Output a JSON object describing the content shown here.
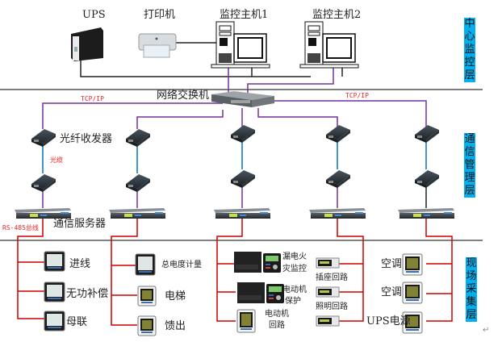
{
  "layers": {
    "center": "中心监控层",
    "comm": "通信管理层",
    "field": "现场采集层"
  },
  "center": {
    "ups": "UPS",
    "printer": "打印机",
    "host1": "监控主机1",
    "host2": "监控主机2"
  },
  "comm": {
    "switch": "网络交换机",
    "tcp_left": "TCP/IP",
    "tcp_right": "TCP/IP",
    "transceiver": "光纤收发器",
    "fiber": "光缆",
    "server": "通信服务器",
    "rs485": "RS-485总线"
  },
  "field": {
    "g1": [
      "进线",
      "无功补偿",
      "母联"
    ],
    "g2": [
      "总电度计量",
      "电梯",
      "馈出"
    ],
    "g3": [
      "漏电火灾监控",
      "电动机保护",
      "电动机回路"
    ],
    "g3_line1a": "漏电火",
    "g3_line1b": "灾监控",
    "g3_line2a": "电动机",
    "g3_line2b": "保护",
    "g3_line3a": "电动机",
    "g3_line3b": "回路",
    "g4": [
      "插座回路",
      "照明回路"
    ],
    "g5": [
      "空调",
      "空调",
      "UPS电源"
    ]
  },
  "colors": {
    "ethernet": "#7030a0",
    "fiber": "#0070c0",
    "rs485": "#cc0000",
    "layer_bg": "#00b0f0",
    "divider": "#7f7f7f"
  },
  "para_mark": "↵"
}
